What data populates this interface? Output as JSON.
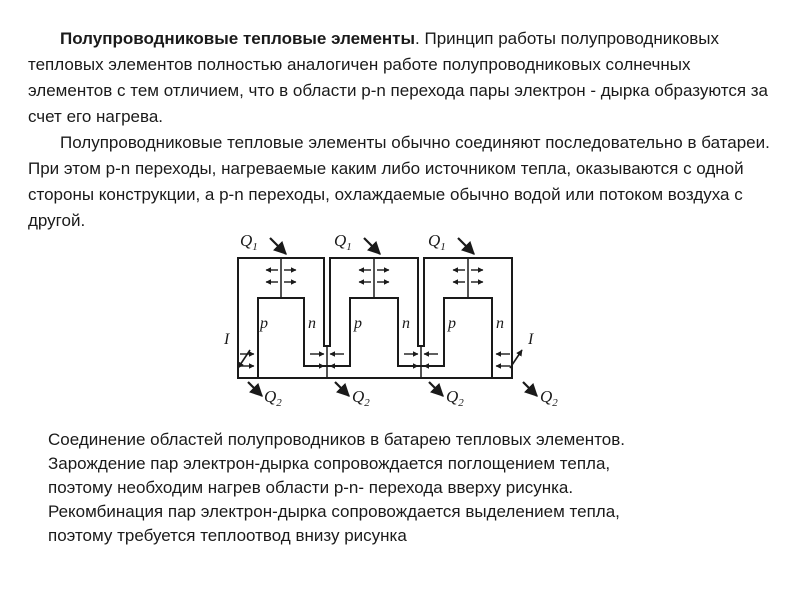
{
  "paragraph1": {
    "heading": "Полупроводниковые тепловые элементы",
    "text": ". Принцип работы полупроводниковых тепловых элементов полностью аналогичен работе полупроводниковых солнечных элементов с тем отличием, что в области p-n перехода пары электрон - дырка образуются за счет его нагрева."
  },
  "paragraph2": {
    "text": "Полупроводниковые тепловые элементы обычно соединяют последовательно в батареи. При этом p-n переходы, нагреваемые каким либо источником тепла, оказываются с одной стороны конструкции, а p-n переходы, охлаждаемые обычно водой или потоком воздуха с другой."
  },
  "diagram": {
    "labels": {
      "q1": "Q",
      "q1_sub": "1",
      "q2": "Q",
      "q2_sub": "2",
      "p": "p",
      "n": "n",
      "current": "I"
    }
  },
  "caption": {
    "lines": [
      "Соединение областей полупроводников в батарею тепловых элементов.",
      "Зарождение пар электрон-дырка сопровождается поглощением тепла,",
      "поэтому необходим нагрев области p-n- перехода вверху рисунка.",
      "Рекомбинация пар электрон-дырка сопровождается выделением тепла,",
      "поэтому требуется теплоотвод внизу рисунка"
    ]
  }
}
